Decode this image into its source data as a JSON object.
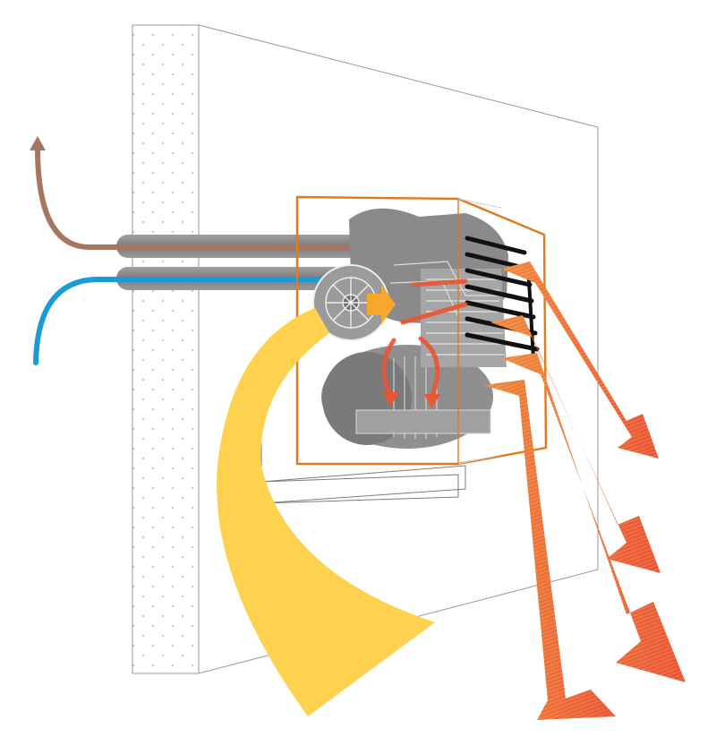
{
  "diagram": {
    "colors": {
      "background": "#ffffff",
      "wall_outline": "#9a9a9a",
      "wall_dots": "#b5b5b5",
      "frame": "#e07a1e",
      "machine_fill": "#8f8f8f",
      "machine_light": "#b3b3b3",
      "machine_dark": "#6f6f6f",
      "pipe_brown": "#a6765f",
      "pipe_blue": "#1a9ad6",
      "pipe_gray": "#8a8a8a",
      "intake_yellow": "#fed24f",
      "flow_orange": "#f08a3b",
      "flow_red": "#ea5532",
      "fins": "#111111",
      "inner_arrow": "#f7a82a"
    },
    "icons": [
      "wall",
      "compressor-unit",
      "fan",
      "heat-exchanger-fins",
      "brown-pipe-arrow",
      "blue-pipe",
      "cool-air-inflow-arrow",
      "hot-air-outflow-arrows"
    ]
  }
}
